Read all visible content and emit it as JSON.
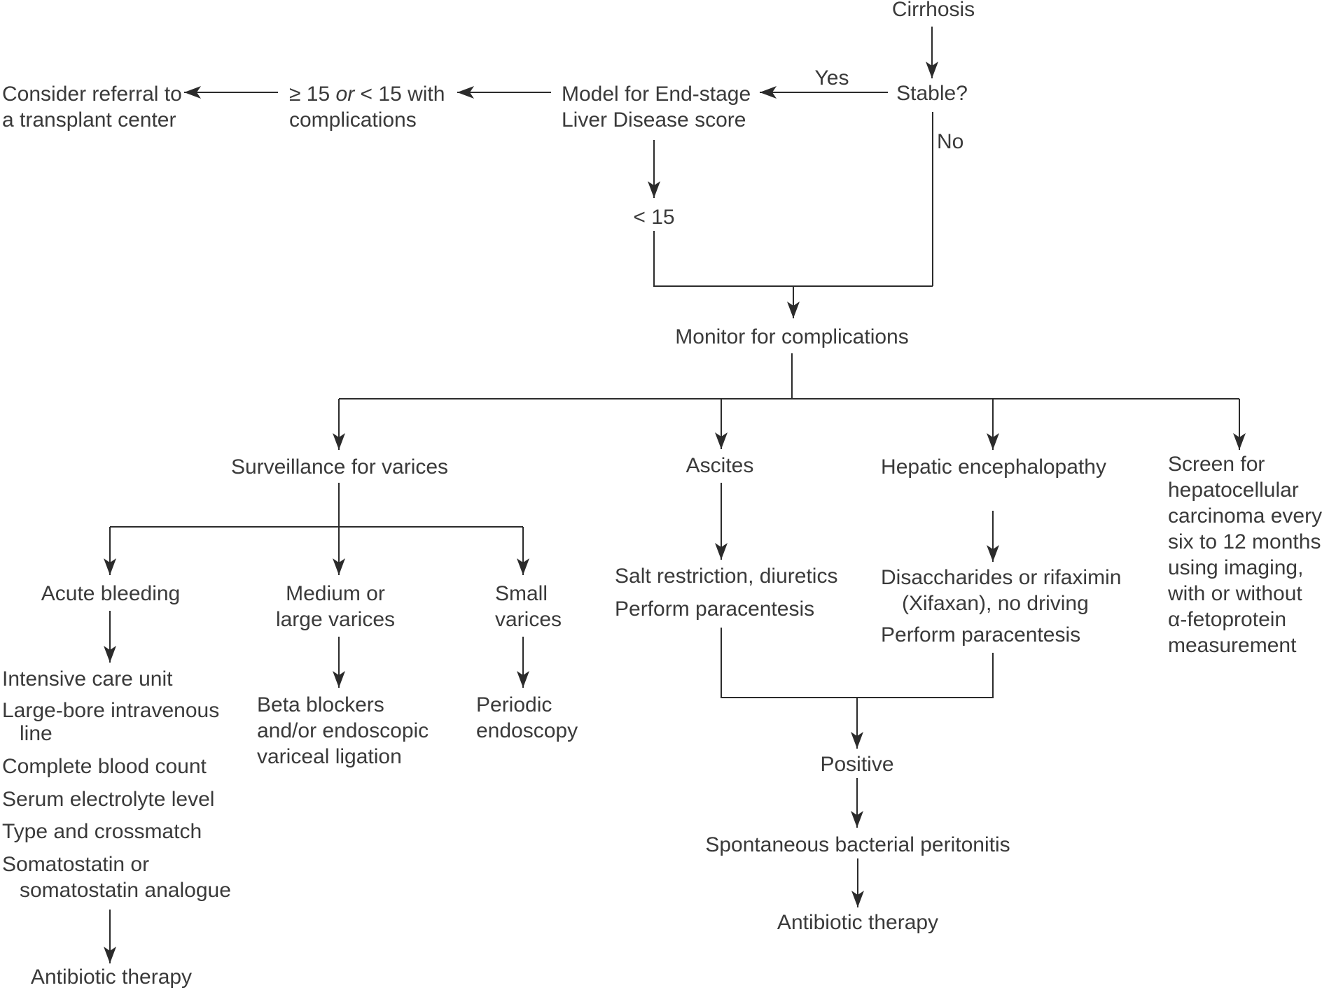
{
  "nodes": {
    "cirrhosis": "Cirrhosis",
    "stable": "Stable?",
    "yes": "Yes",
    "no": "No",
    "meld": {
      "lines": [
        "Model for End-stage",
        "Liver Disease score"
      ]
    },
    "meld_threshold": {
      "seg1": "≥ 15 ",
      "seg2_italic": "or",
      "seg3": " < 15 with",
      "line2": "complications"
    },
    "referral": {
      "lines": [
        "Consider referral to",
        "a transplant center"
      ]
    },
    "meld_low": "< 15",
    "monitor": "Monitor for complications",
    "surveillance": "Surveillance for varices",
    "ascites": "Ascites",
    "hepatic_encephalopathy": "Hepatic encephalopathy",
    "screen_hcc": {
      "lines": [
        "Screen for",
        "hepatocellular",
        "carcinoma every",
        "six to 12 months",
        "using imaging,",
        "with or without",
        "α-fetoprotein",
        "measurement"
      ]
    },
    "acute_bleeding": "Acute bleeding",
    "medium_large_varices": {
      "lines": [
        "Medium or",
        "large varices"
      ]
    },
    "small_varices": {
      "lines": [
        "Small",
        "varices"
      ]
    },
    "acute_management": {
      "lines": [
        "Intensive care unit",
        "Large-bore intravenous",
        "line",
        "Complete blood count",
        "Serum electrolyte level",
        "Type and crossmatch",
        "Somatostatin or",
        "somatostatin analogue"
      ]
    },
    "acute_outcome": "Antibiotic therapy",
    "medium_treatment": {
      "lines": [
        "Beta blockers",
        "and/or endoscopic",
        "variceal ligation"
      ]
    },
    "small_treatment": {
      "lines": [
        "Periodic",
        "endoscopy"
      ]
    },
    "ascites_treatment": {
      "lines": [
        "Salt restriction, diuretics",
        "Perform paracentesis"
      ]
    },
    "hepatic_treatment": {
      "lines": [
        "Disaccharides or rifaximin",
        "(Xifaxan), no driving"
      ],
      "line3": "Perform paracentesis"
    },
    "paracentesis_result": "Positive",
    "sbp": "Spontaneous bacterial peritonitis",
    "sbp_outcome": "Antibiotic therapy"
  },
  "colors": {
    "text": "#3a3a3a",
    "line": "#2b2b2b",
    "background": "#ffffff"
  }
}
